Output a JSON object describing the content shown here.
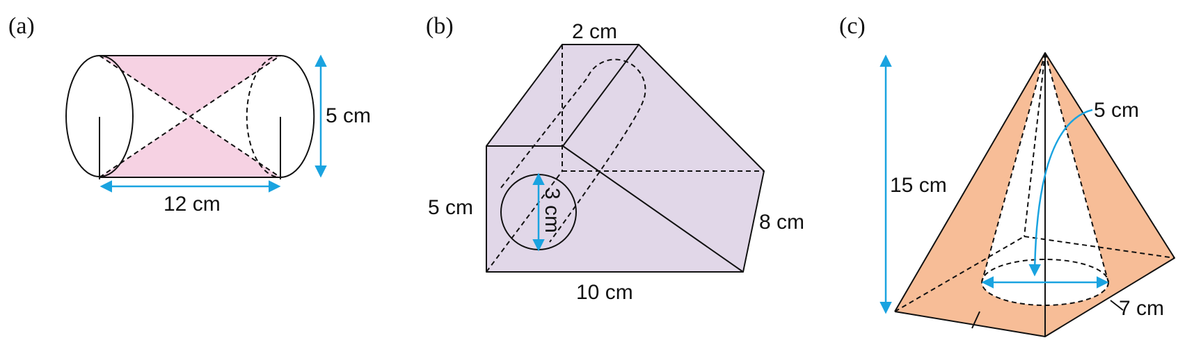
{
  "figures": [
    {
      "tag": "(a)",
      "labels": {
        "height": "5 cm",
        "length": "12 cm"
      }
    },
    {
      "tag": "(b)",
      "labels": {
        "top": "2 cm",
        "left": "5 cm",
        "bottom": "10 cm",
        "right": "8 cm",
        "hole_diameter": "3 cm"
      }
    },
    {
      "tag": "(c)",
      "labels": {
        "height": "15 cm",
        "slant": "5 cm",
        "base_side": "7 cm"
      }
    }
  ],
  "colors": {
    "arrow": "#1aa3e0",
    "figure_a_fill": "#f6d2e3",
    "figure_b_fill": "#e1d7e8",
    "figure_c_fill": "#f7bd97",
    "line": "#111111"
  }
}
